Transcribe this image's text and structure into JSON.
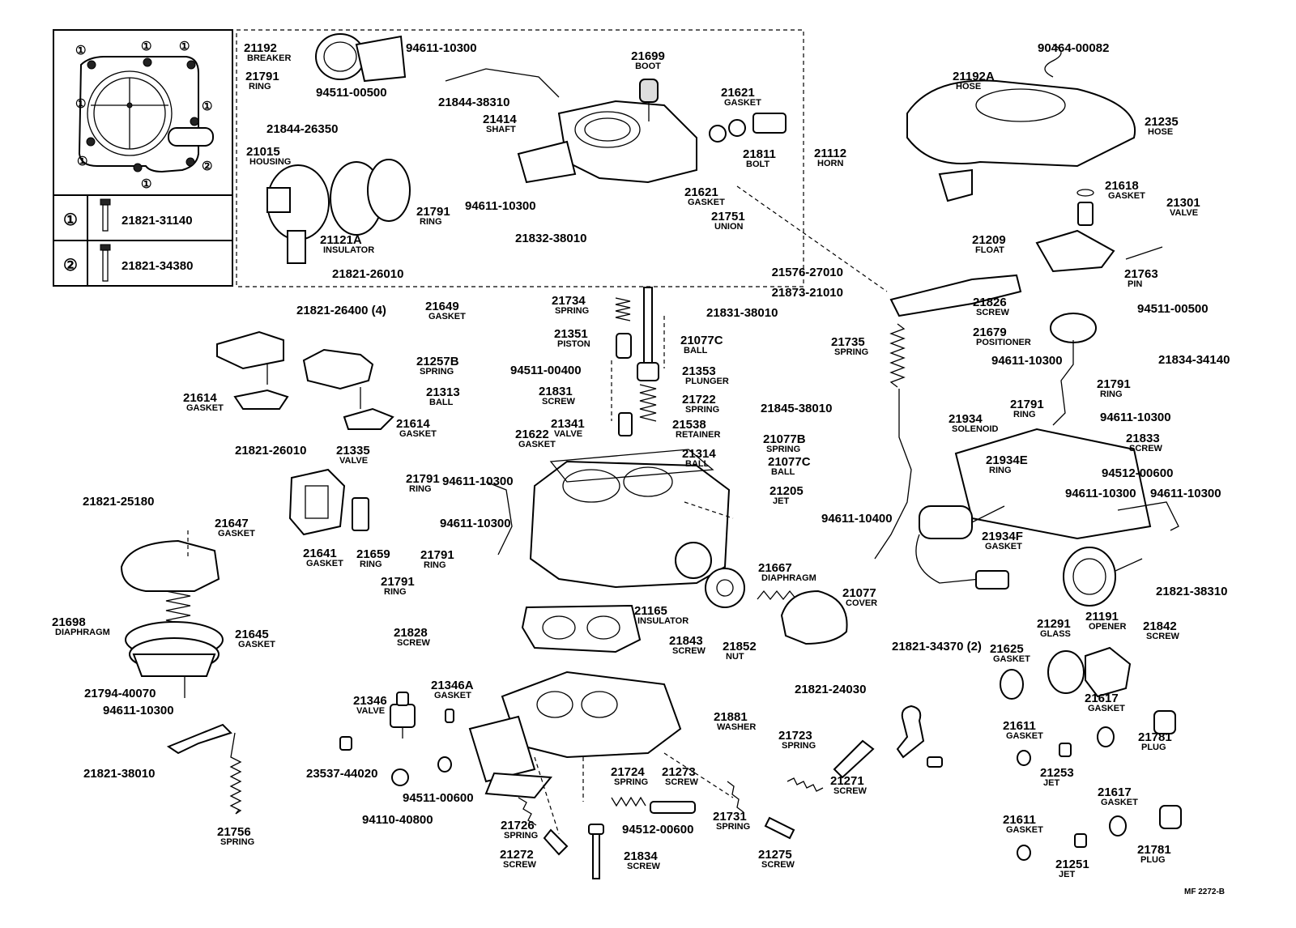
{
  "legend": {
    "rows": [
      {
        "key": "①",
        "part": "21821-31140"
      },
      {
        "key": "②",
        "part": "21821-34380"
      }
    ],
    "marks": [
      "①",
      "①",
      "①",
      "①",
      "①",
      "②",
      "①",
      "①"
    ]
  },
  "footer": "MF  2272-B",
  "callouts": [
    {
      "id": "21192",
      "n": "BREAKER"
    },
    {
      "id": "21791",
      "n": "RING"
    },
    {
      "id": "94611-10300",
      "n": ""
    },
    {
      "id": "21844-38310",
      "n": ""
    },
    {
      "id": "21699",
      "n": "BOOT"
    },
    {
      "id": "21621",
      "n": "GASKET"
    },
    {
      "id": "94511-00500",
      "n": ""
    },
    {
      "id": "21844-26350",
      "n": ""
    },
    {
      "id": "21414",
      "n": "SHAFT"
    },
    {
      "id": "21015",
      "n": "HOUSING"
    },
    {
      "id": "21811",
      "n": "BOLT"
    },
    {
      "id": "21112",
      "n": "HORN"
    },
    {
      "id": "21621",
      "n": "GASKET"
    },
    {
      "id": "21791",
      "n": "RING"
    },
    {
      "id": "94611-10300",
      "n": ""
    },
    {
      "id": "21751",
      "n": "UNION"
    },
    {
      "id": "21121A",
      "n": "INSULATOR"
    },
    {
      "id": "21832-38010",
      "n": ""
    },
    {
      "id": "21821-26010",
      "n": ""
    },
    {
      "id": "90464-00082",
      "n": ""
    },
    {
      "id": "21192A",
      "n": "HOSE"
    },
    {
      "id": "21235",
      "n": "HOSE"
    },
    {
      "id": "21618",
      "n": "GASKET"
    },
    {
      "id": "21301",
      "n": "VALVE"
    },
    {
      "id": "21209",
      "n": "FLOAT"
    },
    {
      "id": "21763",
      "n": "PIN"
    },
    {
      "id": "21576-27010",
      "n": ""
    },
    {
      "id": "21873-21010",
      "n": ""
    },
    {
      "id": "21826",
      "n": "SCREW"
    },
    {
      "id": "21679",
      "n": "POSITIONER"
    },
    {
      "id": "94511-00500",
      "n": ""
    },
    {
      "id": "21834-34140",
      "n": ""
    },
    {
      "id": "94611-10300",
      "n": ""
    },
    {
      "id": "21735",
      "n": "SPRING"
    },
    {
      "id": "21791",
      "n": "RING"
    },
    {
      "id": "21821-26400 (4)",
      "n": ""
    },
    {
      "id": "21649",
      "n": "GASKET"
    },
    {
      "id": "21734",
      "n": "SPRING"
    },
    {
      "id": "21831-38010",
      "n": ""
    },
    {
      "id": "21351",
      "n": "PISTON"
    },
    {
      "id": "21077C",
      "n": "BALL"
    },
    {
      "id": "21257B",
      "n": "SPRING"
    },
    {
      "id": "94511-00400",
      "n": ""
    },
    {
      "id": "21353",
      "n": "PLUNGER"
    },
    {
      "id": "21313",
      "n": "BALL"
    },
    {
      "id": "21831",
      "n": "SCREW"
    },
    {
      "id": "21722",
      "n": "SPRING"
    },
    {
      "id": "21845-38010",
      "n": ""
    },
    {
      "id": "21614",
      "n": "GASKET"
    },
    {
      "id": "21614",
      "n": "GASKET"
    },
    {
      "id": "21341",
      "n": "VALVE"
    },
    {
      "id": "21538",
      "n": "RETAINER"
    },
    {
      "id": "21077B",
      "n": "SPRING"
    },
    {
      "id": "21622",
      "n": "GASKET"
    },
    {
      "id": "21314",
      "n": "BALL"
    },
    {
      "id": "21077C",
      "n": "BALL"
    },
    {
      "id": "21791",
      "n": "RING"
    },
    {
      "id": "94611-10300",
      "n": ""
    },
    {
      "id": "21934",
      "n": "SOLENOID"
    },
    {
      "id": "21833",
      "n": "SCREW"
    },
    {
      "id": "21934E",
      "n": "RING"
    },
    {
      "id": "94512-00600",
      "n": ""
    },
    {
      "id": "21821-26010",
      "n": ""
    },
    {
      "id": "21335",
      "n": "VALVE"
    },
    {
      "id": "94611-10300",
      "n": ""
    },
    {
      "id": "21791",
      "n": "RING"
    },
    {
      "id": "21205",
      "n": "JET"
    },
    {
      "id": "94611-10300",
      "n": ""
    },
    {
      "id": "94611-10300",
      "n": ""
    },
    {
      "id": "21821-25180",
      "n": ""
    },
    {
      "id": "21647",
      "n": "GASKET"
    },
    {
      "id": "94611-10400",
      "n": ""
    },
    {
      "id": "94611-10300",
      "n": ""
    },
    {
      "id": "21641",
      "n": "GASKET"
    },
    {
      "id": "21659",
      "n": "RING"
    },
    {
      "id": "21791",
      "n": "RING"
    },
    {
      "id": "21934F",
      "n": "GASKET"
    },
    {
      "id": "21667",
      "n": "DIAPHRAGM"
    },
    {
      "id": "21821-38310",
      "n": ""
    },
    {
      "id": "21791",
      "n": "RING"
    },
    {
      "id": "21077",
      "n": "COVER"
    },
    {
      "id": "21191",
      "n": "OPENER"
    },
    {
      "id": "21698",
      "n": "DIAPHRAGM"
    },
    {
      "id": "21165",
      "n": "INSULATOR"
    },
    {
      "id": "21645",
      "n": "GASKET"
    },
    {
      "id": "21828",
      "n": "SCREW"
    },
    {
      "id": "21821-34370 (2)",
      "n": ""
    },
    {
      "id": "21291",
      "n": "GLASS"
    },
    {
      "id": "21842",
      "n": "SCREW"
    },
    {
      "id": "21843",
      "n": "SCREW"
    },
    {
      "id": "21852",
      "n": "NUT"
    },
    {
      "id": "21625",
      "n": "GASKET"
    },
    {
      "id": "21821-24030",
      "n": ""
    },
    {
      "id": "21346A",
      "n": "GASKET"
    },
    {
      "id": "21794-40070",
      "n": ""
    },
    {
      "id": "21346",
      "n": "VALVE"
    },
    {
      "id": "21617",
      "n": "GASKET"
    },
    {
      "id": "21881",
      "n": "WASHER"
    },
    {
      "id": "94611-10300",
      "n": ""
    },
    {
      "id": "21611",
      "n": "GASKET"
    },
    {
      "id": "21781",
      "n": "PLUG"
    },
    {
      "id": "21723",
      "n": "SPRING"
    },
    {
      "id": "21821-38010",
      "n": ""
    },
    {
      "id": "23537-44020",
      "n": ""
    },
    {
      "id": "21253",
      "n": "JET"
    },
    {
      "id": "21271",
      "n": "SCREW"
    },
    {
      "id": "21724",
      "n": "SPRING"
    },
    {
      "id": "21273",
      "n": "SCREW"
    },
    {
      "id": "94511-00600",
      "n": ""
    },
    {
      "id": "94110-40800",
      "n": ""
    },
    {
      "id": "21617",
      "n": "GASKET"
    },
    {
      "id": "21726",
      "n": "SPRING"
    },
    {
      "id": "21731",
      "n": "SPRING"
    },
    {
      "id": "21756",
      "n": "SPRING"
    },
    {
      "id": "94512-00600",
      "n": ""
    },
    {
      "id": "21611",
      "n": "GASKET"
    },
    {
      "id": "21781",
      "n": "PLUG"
    },
    {
      "id": "21272",
      "n": "SCREW"
    },
    {
      "id": "21834",
      "n": "SCREW"
    },
    {
      "id": "21275",
      "n": "SCREW"
    },
    {
      "id": "21251",
      "n": "JET"
    }
  ]
}
